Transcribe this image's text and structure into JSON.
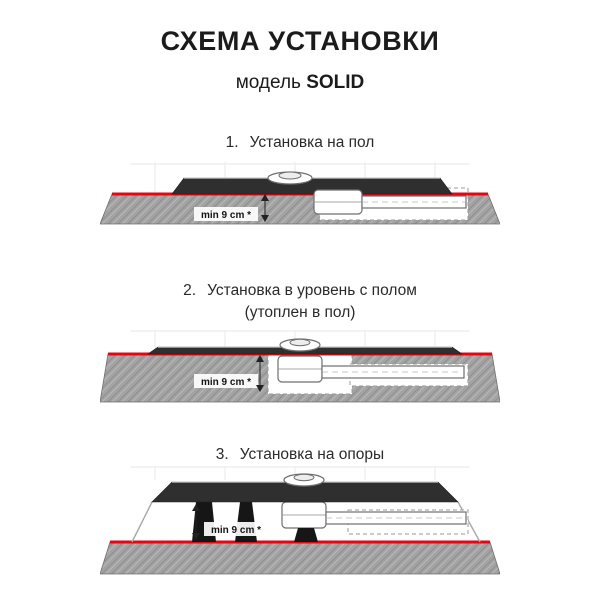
{
  "header": {
    "title": "СХЕМА УСТАНОВКИ",
    "subtitle_prefix": "модель",
    "model_name": "SOLID"
  },
  "colors": {
    "accent_red": "#e30613",
    "floor_gray": "#a3a3a3",
    "tray_dark": "#2f2f2f"
  },
  "sections": [
    {
      "number": "1.",
      "caption": "Установка на пол",
      "subcaption": "",
      "min_height_label": "min 9 cm *"
    },
    {
      "number": "2.",
      "caption": "Установка в уровень с полом",
      "subcaption": "(утоплен в пол)",
      "min_height_label": "min 9 cm *"
    },
    {
      "number": "3.",
      "caption": "Установка на опоры",
      "subcaption": "",
      "min_height_label": "min 9 cm *"
    }
  ]
}
